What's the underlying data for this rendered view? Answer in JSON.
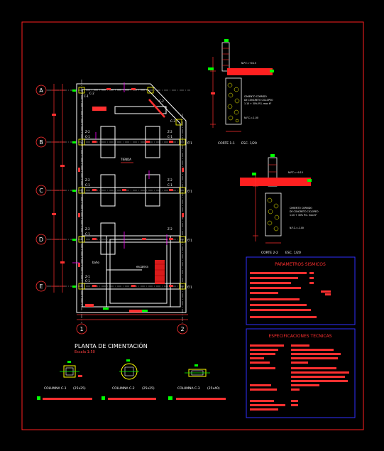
{
  "plan": {
    "title": "PLANTA DE CIMENTACIÓN",
    "scale": "Escala 1:50",
    "axes_rows": [
      "A",
      "B",
      "C",
      "D",
      "E"
    ],
    "axes_cols": [
      "1",
      "2"
    ],
    "room_labels": {
      "tienda": "TIENDA",
      "escalera": "escalera",
      "bano": "baño"
    },
    "column_tags": [
      "C-1",
      "C-2",
      "C-3",
      "Z-1",
      "Z-2"
    ]
  },
  "sections": {
    "corte1": "CORTE 1-1",
    "corte1_scale": "ESC. 1/20",
    "corte2": "CORTE 2-2",
    "corte2_scale": "ESC. 1/20",
    "corte1_notes": [
      "CIMIENTO CORRIDO",
      "DE CONCRETO CICLOPEO",
      "1:10 + 30% P.G. max 6\""
    ],
    "corte2_notes": [
      "CIMIENTO CORRIDO",
      "DE CONCRETO CICLOPEO",
      "1:10 + 30% P.G. max 6\""
    ],
    "levels": [
      "N.P.T.=+0.15",
      "N.F.C.=-1.00"
    ]
  },
  "columns": [
    {
      "label": "COLUMNA C-1",
      "dims": "(25x25)"
    },
    {
      "label": "COLUMNA C-2",
      "dims": "(25x25)"
    },
    {
      "label": "COLUMNA C-3",
      "dims": "(25x40)"
    }
  ],
  "panels": {
    "seismic_title": "PARAMETROS SISMICOS",
    "specs_title": "ESPECIFICACIONES TECNICAS"
  },
  "colors": {
    "border": "#ff2020",
    "wall": "#ffffff",
    "axis": "#ffffff",
    "dim": "#ff3030",
    "green": "#00ff00",
    "magenta": "#ff00ff",
    "yellow": "#ffff00",
    "panel": "#3030ff"
  }
}
